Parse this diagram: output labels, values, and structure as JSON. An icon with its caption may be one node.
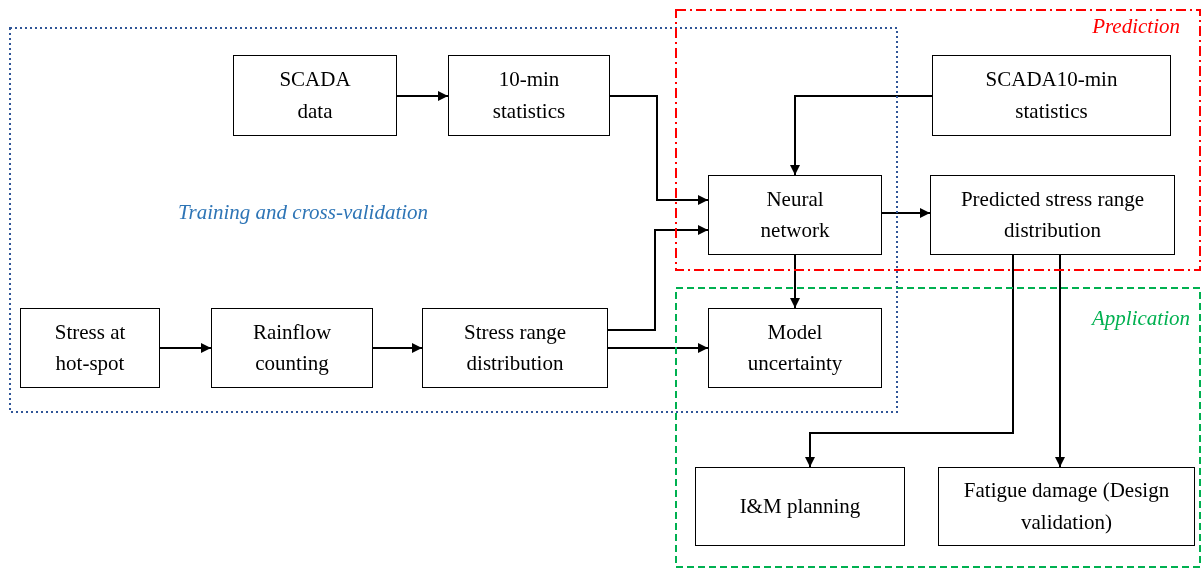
{
  "diagram": {
    "nodes": [
      {
        "text": [
          "Training and cross-validation"
        ]
      },
      {
        "text": [
          "Prediction"
        ]
      },
      {
        "text": [
          "Application"
        ]
      },
      {
        "text": [
          "SCADA data"
        ],
        "in": 0
      },
      {
        "text": [
          "10-min statistics"
        ],
        "in": 0
      },
      {
        "text": [
          "SCADA10-min statistics"
        ],
        "in": 1
      },
      {
        "text": [
          "Neural network"
        ]
      },
      {
        "text": [
          "Predicted stress range distribution"
        ],
        "in": 1
      },
      {
        "text": [
          "Stress at hot-spot"
        ],
        "in": 0
      },
      {
        "text": [
          "Rainflow counting"
        ],
        "in": 0
      },
      {
        "text": [
          "Stress range distribution"
        ],
        "in": 0
      },
      {
        "text": [
          "Model uncertainty"
        ]
      },
      {
        "text": [
          "I&M planning"
        ],
        "in": 2
      },
      {
        "text": [
          "Fatigue damage (Design validation)"
        ],
        "in": 2
      }
    ],
    "edges": [
      {
        "from": 3,
        "to": 4,
        "arrow": "to"
      },
      {
        "from": 4,
        "to": 6,
        "arrow": "to"
      },
      {
        "from": 5,
        "to": 6,
        "arrow": "to"
      },
      {
        "from": 6,
        "to": 7,
        "arrow": "to"
      },
      {
        "from": 6,
        "to": 11,
        "arrow": "to"
      },
      {
        "from": 8,
        "to": 9,
        "arrow": "to"
      },
      {
        "from": 9,
        "to": 10,
        "arrow": "to"
      },
      {
        "from": 10,
        "to": 6,
        "arrow": "to"
      },
      {
        "from": 10,
        "to": 11,
        "arrow": "to"
      },
      {
        "from": 7,
        "to": 12,
        "arrow": "to"
      },
      {
        "from": 7,
        "to": 13,
        "arrow": "to"
      }
    ]
  }
}
